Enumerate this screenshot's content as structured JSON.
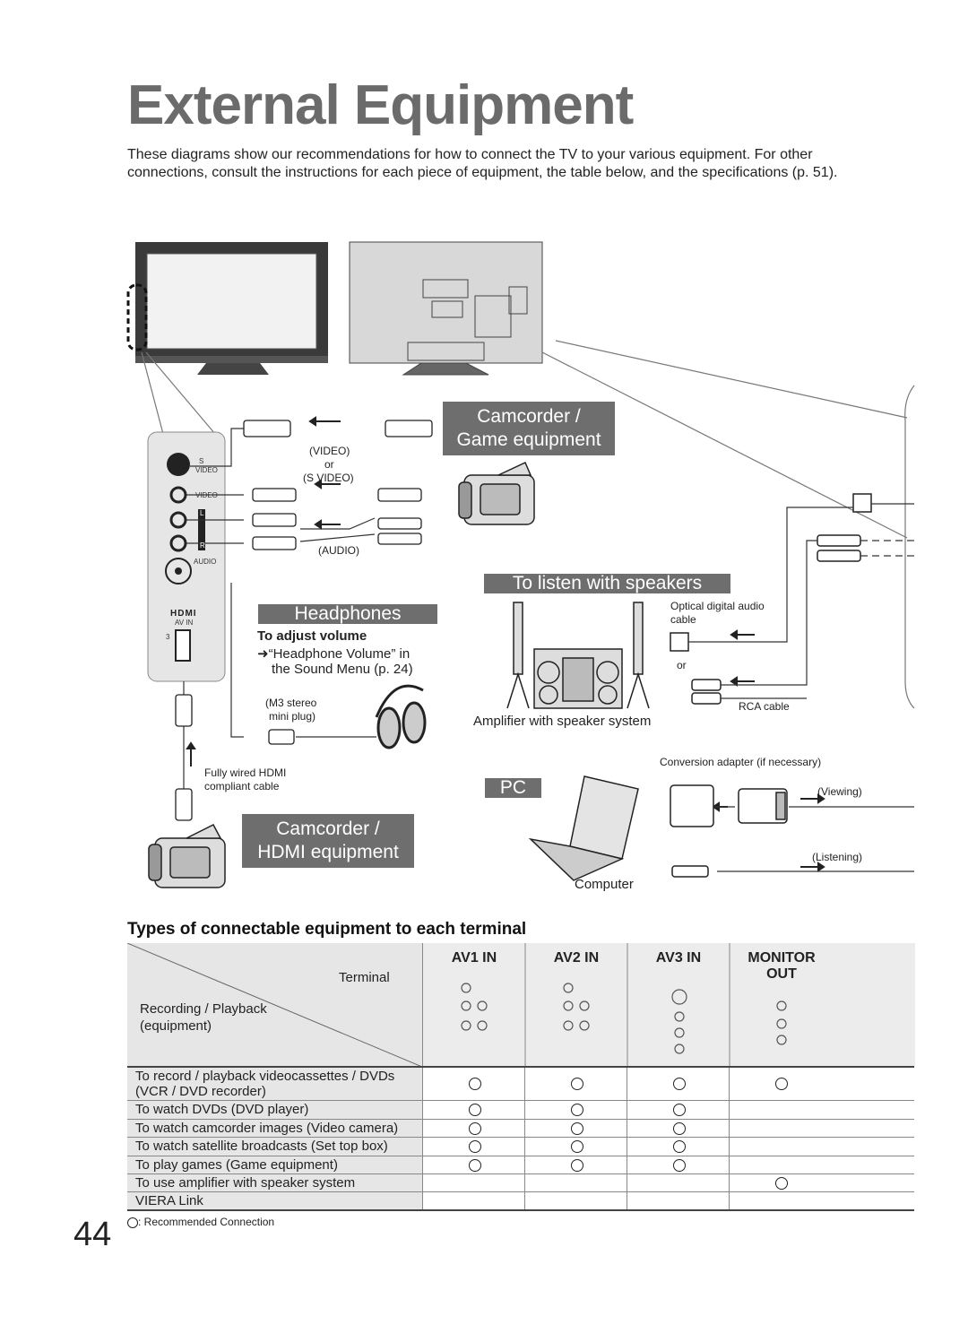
{
  "page": {
    "title": "External Equipment",
    "intro": "These diagrams show our recommendations for how to connect the TV to your various equipment. For other connections, consult the instructions for each piece of equipment, the table below, and the specifications (p. 51).",
    "page_number": "44"
  },
  "diagram": {
    "headers": {
      "camcorder_game_1": "Camcorder /",
      "camcorder_game_2": "Game equipment",
      "speakers": "To listen with speakers",
      "headphones": "Headphones",
      "pc": "PC",
      "camcorder_hdmi_1": "Camcorder /",
      "camcorder_hdmi_2": "HDMI equipment"
    },
    "labels": {
      "video": "(VIDEO)",
      "or1": "or",
      "svideo": "(S VIDEO)",
      "audio": "(AUDIO)",
      "adjust_title": "To adjust volume",
      "adjust_line1": "“Headphone Volume” in",
      "adjust_line2": "the Sound Menu (p. 24)",
      "m3_1": "(M3 stereo",
      "m3_2": "mini plug)",
      "hdmi_cable_1": "Fully wired HDMI",
      "hdmi_cable_2": "compliant cable",
      "optical_1": "Optical digital audio",
      "optical_2": "cable",
      "or2": "or",
      "rca": "RCA cable",
      "amplifier": "Amplifier with speaker system",
      "conversion": "Conversion adapter (if necessary)",
      "viewing": "(Viewing)",
      "listening": "(Listening)",
      "computer": "Computer"
    },
    "panel_labels": {
      "s": "S",
      "video_small": "VIDEO",
      "l": "L",
      "r": "R",
      "audio_small": "AUDIO",
      "hdmi_logo": "HDMI",
      "av_in": "AV IN",
      "three": "3"
    }
  },
  "table": {
    "title": "Types of connectable equipment to each terminal",
    "terminal_label": "Terminal",
    "equipment_label_1": "Recording / Playback",
    "equipment_label_2": "(equipment)",
    "columns": [
      "AV1 IN",
      "AV2 IN",
      "AV3 IN",
      "MONITOR OUT"
    ],
    "rows": [
      {
        "label": "To record / playback videocassettes / DVDs (VCR / DVD recorder)",
        "marks": [
          true,
          true,
          true,
          true
        ]
      },
      {
        "label": "To watch DVDs (DVD player)",
        "marks": [
          true,
          true,
          true,
          false
        ]
      },
      {
        "label": "To watch camcorder images (Video camera)",
        "marks": [
          true,
          true,
          true,
          false
        ]
      },
      {
        "label": "To watch satellite broadcasts (Set top box)",
        "marks": [
          true,
          true,
          true,
          false
        ]
      },
      {
        "label": "To play games (Game equipment)",
        "marks": [
          true,
          true,
          true,
          false
        ]
      },
      {
        "label": "To use amplifier with speaker system",
        "marks": [
          false,
          false,
          false,
          true
        ]
      },
      {
        "label": "VIERA Link",
        "marks": [
          false,
          false,
          false,
          false
        ]
      }
    ],
    "legend": ": Recommended Connection"
  }
}
